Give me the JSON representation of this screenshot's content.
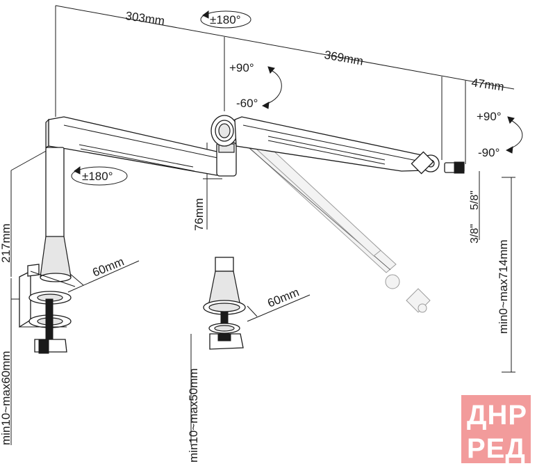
{
  "dimensions": {
    "arm1_length": "303mm",
    "arm2_length": "369mm",
    "tip_length": "47mm",
    "base_rotation": "±180°",
    "elbow_rotation": "±180°",
    "elbow_tilt_up": "+90°",
    "elbow_tilt_down": "-60°",
    "head_tilt_up": "+90°",
    "head_tilt_down": "-90°",
    "elbow_drop": "76mm",
    "pole_height": "217mm",
    "clamp_depth": "60mm",
    "grommet_depth": "60mm",
    "clamp_range": "min10~max60mm",
    "grommet_range": "min10~max50mm",
    "reach_range": "min0~max714mm",
    "thread_small": "3/8\"",
    "thread_large": "5/8\""
  },
  "watermark": {
    "line1": "ДНР",
    "line2": "РЕД",
    "color": "#f08a8a"
  }
}
